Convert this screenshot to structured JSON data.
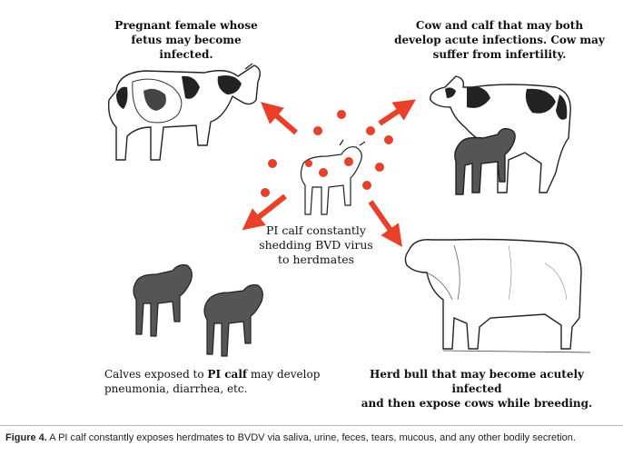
{
  "labels": {
    "top_left": [
      "Pregnant female whose",
      "fetus may become",
      "infected."
    ],
    "top_right": [
      "Cow and calf that may both",
      "develop acute infections. Cow may",
      "suffer from infertility."
    ],
    "center": [
      "PI calf constantly",
      "shedding BVD virus",
      "to herdmates"
    ],
    "bottom_left_line1_pre": "Calves exposed to ",
    "bottom_left_line1_em": "PI calf",
    "bottom_left_line1_post": " may develop",
    "bottom_left_line2": "pneumonia, diarrhea, etc.",
    "bottom_right": [
      "Herd bull that may become acutely infected",
      "and then expose cows while breeding."
    ]
  },
  "caption": {
    "figure": "Figure 4.",
    "text": " A PI calf constantly exposes herdmates to BVDV via saliva, urine, feces, tears, mucous, and any other bodily secretion."
  },
  "colors": {
    "arrow": "#e8402a",
    "virus_dot": "#e8402a",
    "animal_outline": "#222222",
    "dark_calf": "#555555"
  }
}
